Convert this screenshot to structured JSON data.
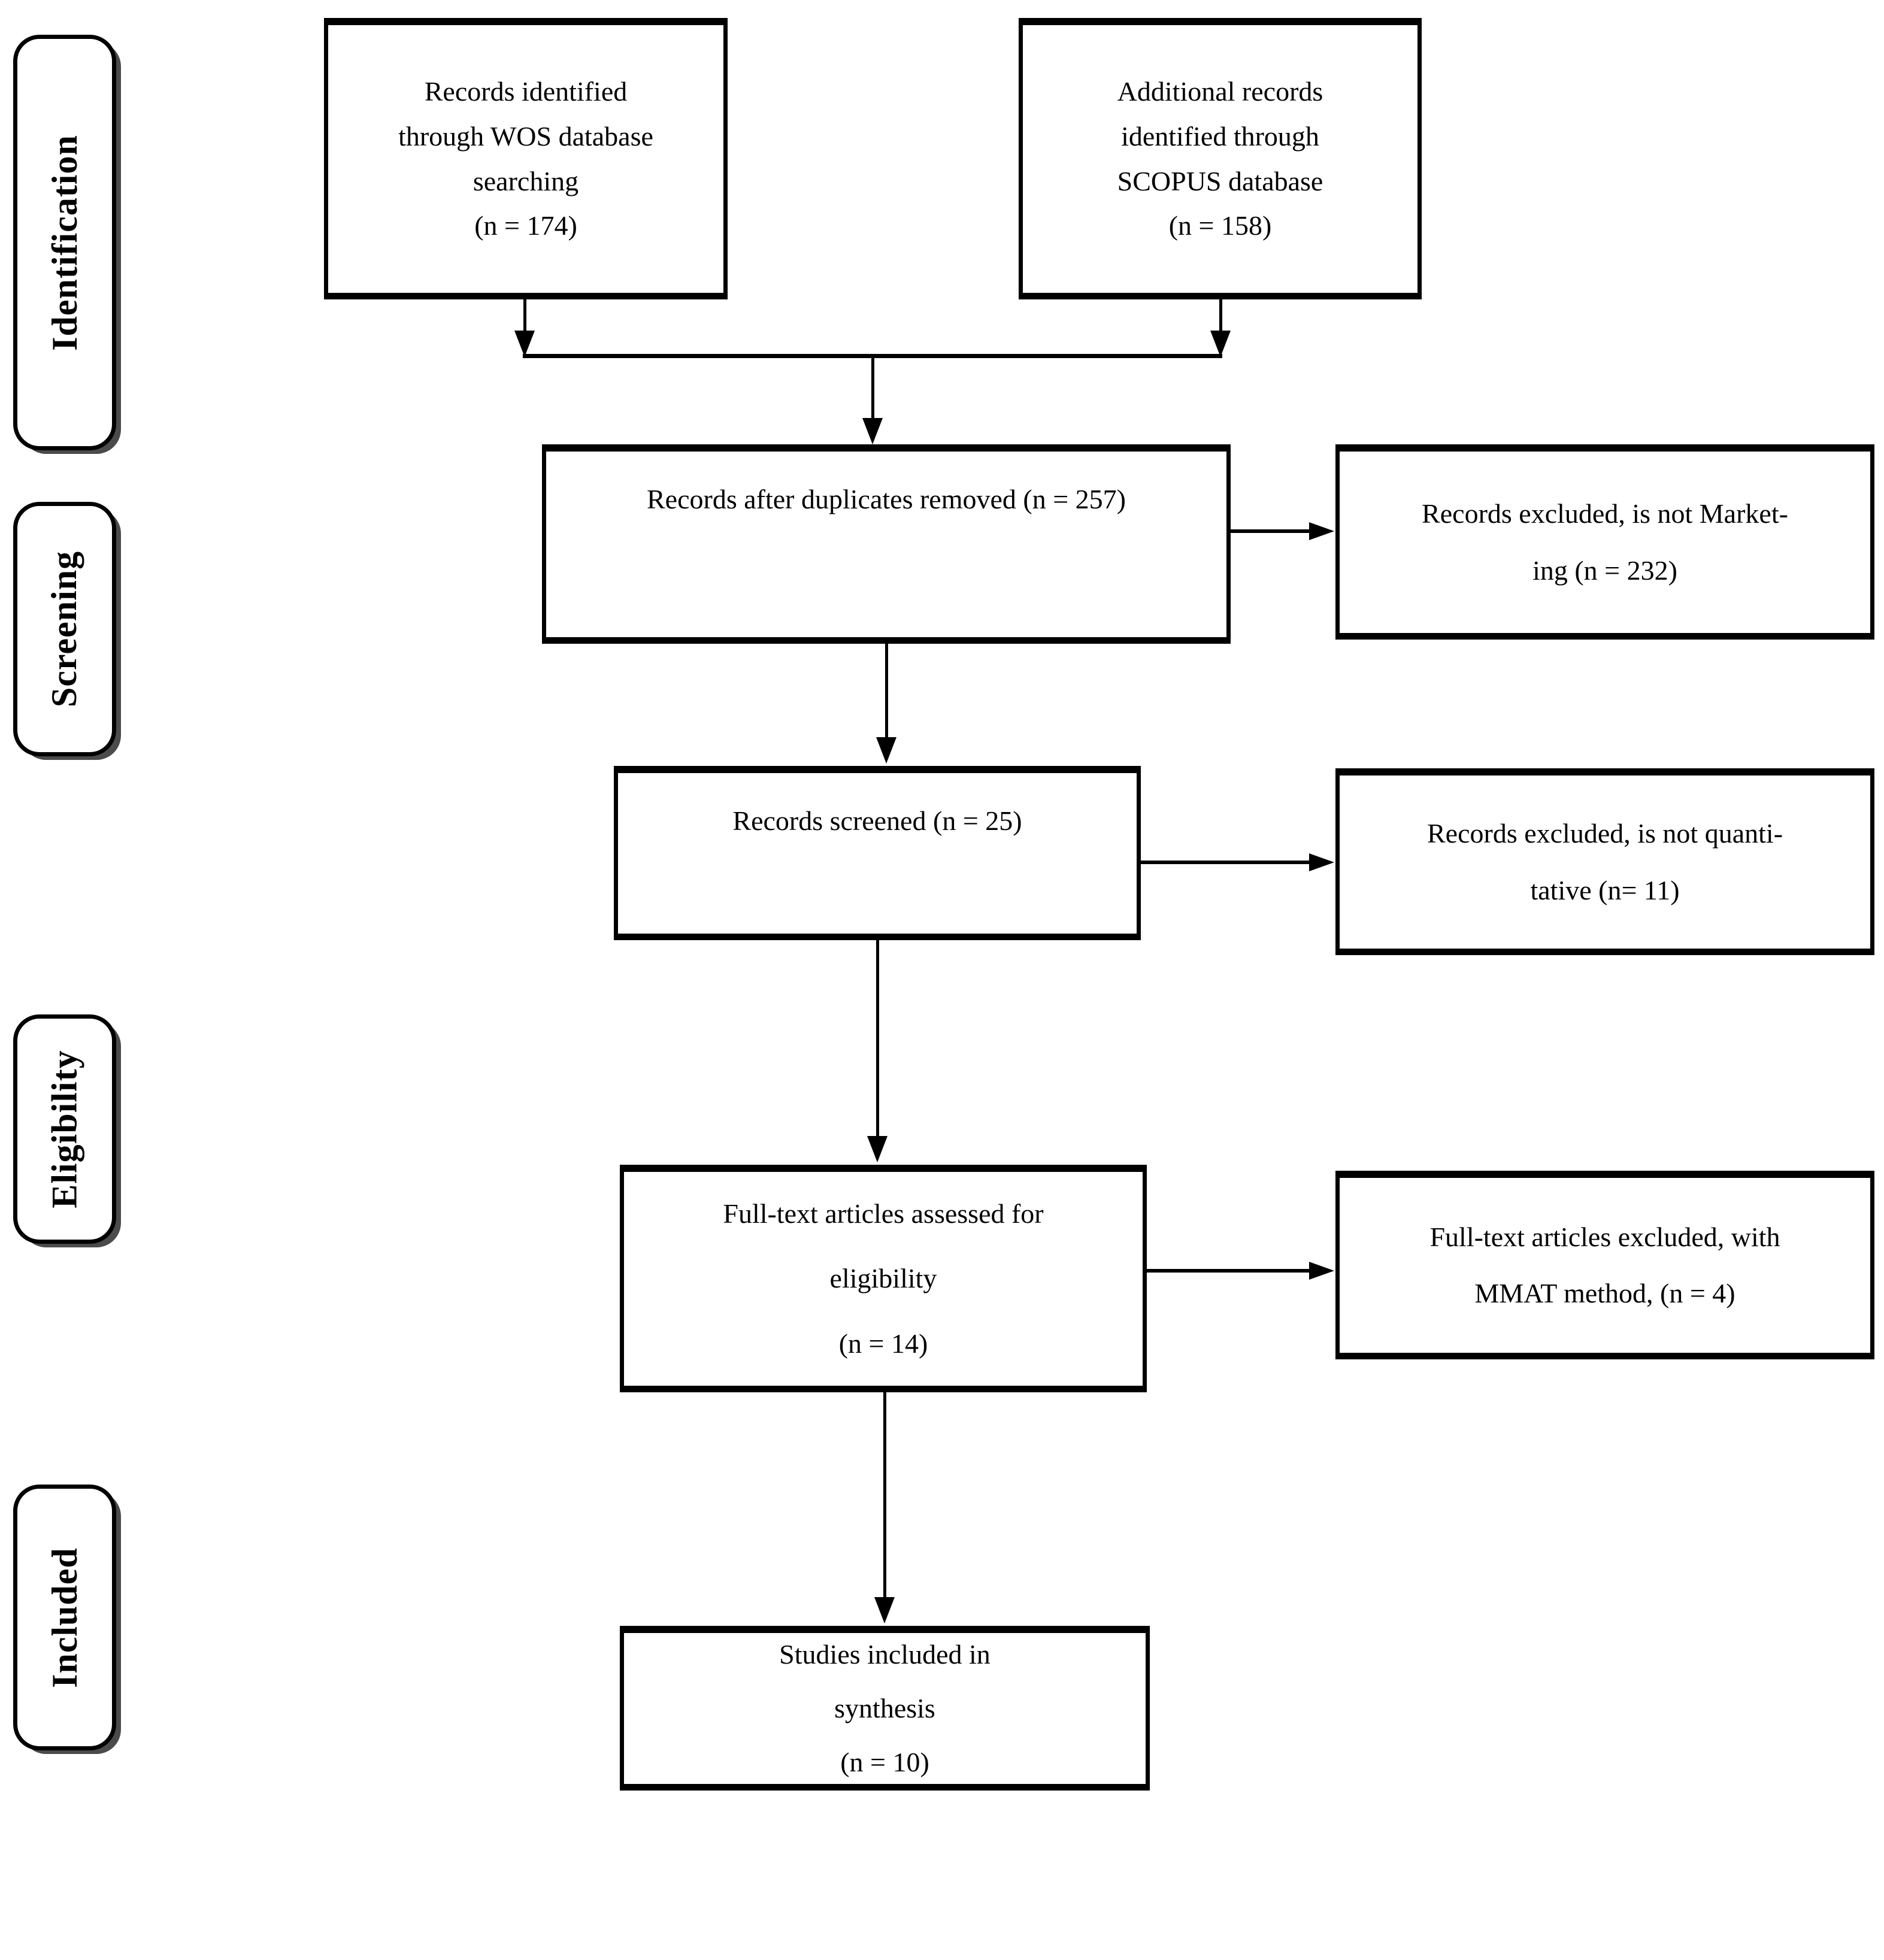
{
  "stage_labels": {
    "identification": "Identification",
    "screening": "Screening",
    "eligibility": "Eligibility",
    "included": "Included"
  },
  "boxes": {
    "wos": {
      "lines": [
        "Records identified",
        "through WOS database",
        "searching",
        "(n = 174)"
      ],
      "n": 174
    },
    "scopus": {
      "lines": [
        "Additional records",
        "identified through",
        "SCOPUS database",
        "(n = 158)"
      ],
      "n": 158
    },
    "dedup": {
      "lines": [
        "Records after duplicates removed (n = 257)"
      ],
      "n": 257
    },
    "excluded_marketing": {
      "lines": [
        "Records excluded, is not Market-",
        "ing (n = 232)"
      ],
      "n": 232
    },
    "screened": {
      "lines": [
        "Records screened (n = 25)"
      ],
      "n": 25
    },
    "excluded_quantitative": {
      "lines": [
        "Records excluded, is not quanti-",
        "tative (n= 11)"
      ],
      "n": 11
    },
    "fulltext_assessed": {
      "lines": [
        "Full-text articles assessed for",
        "eligibility",
        "(n = 14)"
      ],
      "n": 14
    },
    "excluded_mmat": {
      "lines": [
        "Full-text articles excluded, with",
        "MMAT method, (n = 4)"
      ],
      "n": 4
    },
    "studies_included": {
      "lines": [
        "Studies included in",
        "synthesis",
        "(n = 10)"
      ],
      "n": 10
    }
  },
  "colors": {
    "line": "#000000",
    "text": "#000000",
    "background": "#ffffff"
  }
}
